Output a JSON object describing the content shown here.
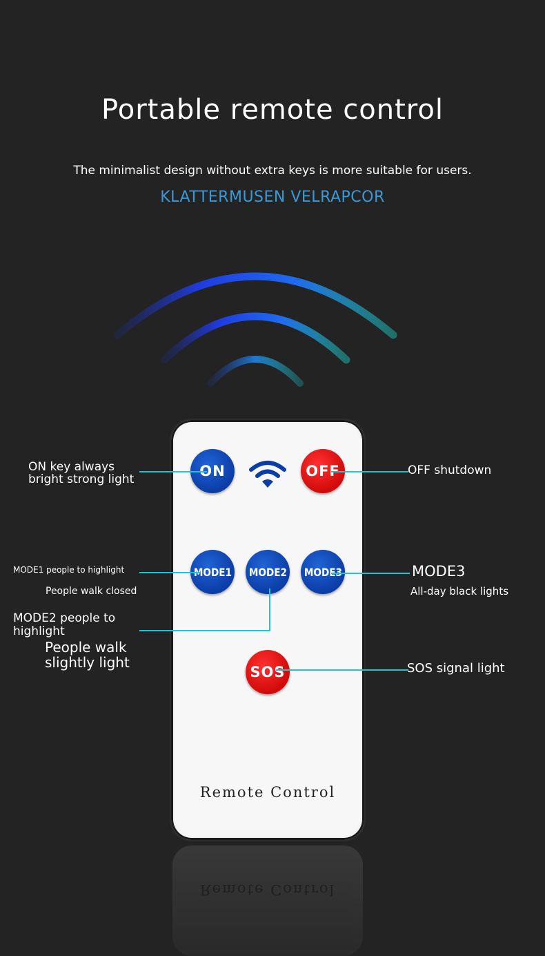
{
  "header": {
    "top_fragment": "—— ————",
    "title": "Portable remote control",
    "subtitle": "The minimalist design without extra keys is more suitable for users.",
    "brand": "KLATTERMUSEN VELRAPCOR"
  },
  "remote": {
    "label": "Remote Control",
    "buttons": {
      "on": "ON",
      "off": "OFF",
      "mode1": "MODE1",
      "mode2": "MODE2",
      "mode3": "MODE3",
      "sos": "SOS"
    }
  },
  "annotations": {
    "on_line1": "ON key always",
    "on_line2": "bright strong light",
    "off": "OFF shutdown",
    "mode1": "MODE1 people to highlight",
    "mode1_sub": "People walk closed",
    "mode2_line1": "MODE2 people to",
    "mode2_line2": "highlight",
    "mode2_sub1": "People walk",
    "mode2_sub2": "slightly light",
    "mode3": "MODE3",
    "mode3_sub": "All-day black lights",
    "sos": "SOS signal light"
  },
  "colors": {
    "background": "#232323",
    "brand": "#3a9ad8",
    "callout_line": "#21c4cf",
    "button_blue": "#0b3da6",
    "button_red": "#d10a0a"
  },
  "icons": {
    "signal_waves": "wireless-signal-arcs",
    "remote_wifi": "wifi-icon"
  }
}
